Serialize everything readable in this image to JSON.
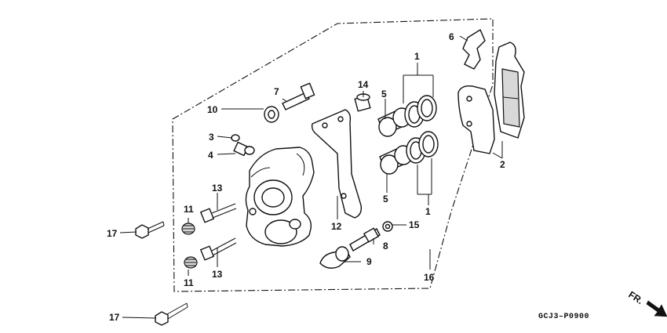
{
  "labels": {
    "p1a": "1",
    "p1b": "1",
    "p2": "2",
    "p3": "3",
    "p4": "4",
    "p5a": "5",
    "p5b": "5",
    "p6": "6",
    "p7": "7",
    "p8": "8",
    "p9": "9",
    "p10": "10",
    "p11a": "11",
    "p11b": "11",
    "p12": "12",
    "p13a": "13",
    "p13b": "13",
    "p14": "14",
    "p15": "15",
    "p16": "16",
    "p17a": "17",
    "p17b": "17"
  },
  "diagram_code": "GCJ3–P0900",
  "front_marker": "FR."
}
